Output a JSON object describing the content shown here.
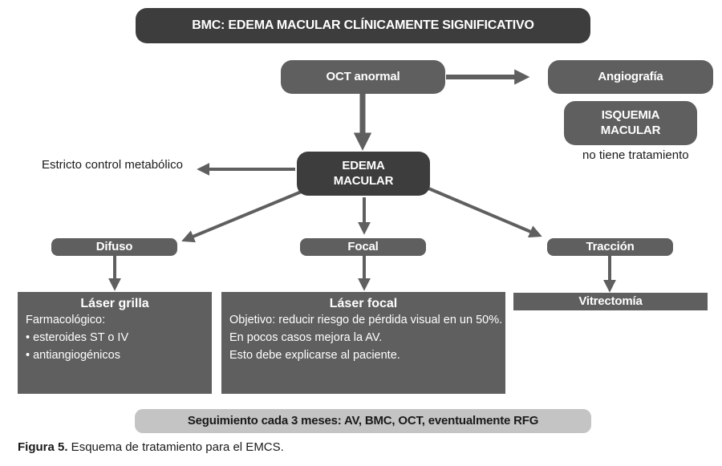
{
  "title": "BMC: EDEMA MACULAR CLÍNICAMENTE SIGNIFICATIVO",
  "nodes": {
    "oct": "OCT anormal",
    "angio": "Angiografía",
    "isquemia_1": "ISQUEMIA",
    "isquemia_2": "MACULAR",
    "no_tratamiento": "no tiene tratamiento",
    "control": "Estricto control metabólico",
    "edema_1": "EDEMA",
    "edema_2": "MACULAR",
    "difuso": "Difuso",
    "focal": "Focal",
    "traccion": "Tracción",
    "vitrectomia": "Vitrectomía"
  },
  "laser_grilla": {
    "title": "Láser grilla",
    "lines": [
      "Farmacológico:",
      "•  esteroides ST o IV",
      "•  antiangiogénicos"
    ]
  },
  "laser_focal": {
    "title": "Láser focal",
    "lines": [
      "Objetivo: reducir riesgo de pérdida visual en un 50%.",
      "En pocos casos mejora la AV.",
      "Esto debe explicarse al paciente."
    ]
  },
  "seguimiento": "Seguimiento cada 3 meses: AV, BMC, OCT, eventualmente RFG",
  "caption_bold": "Figura 5.",
  "caption_text": " Esquema de tratamiento para el EMCS."
}
